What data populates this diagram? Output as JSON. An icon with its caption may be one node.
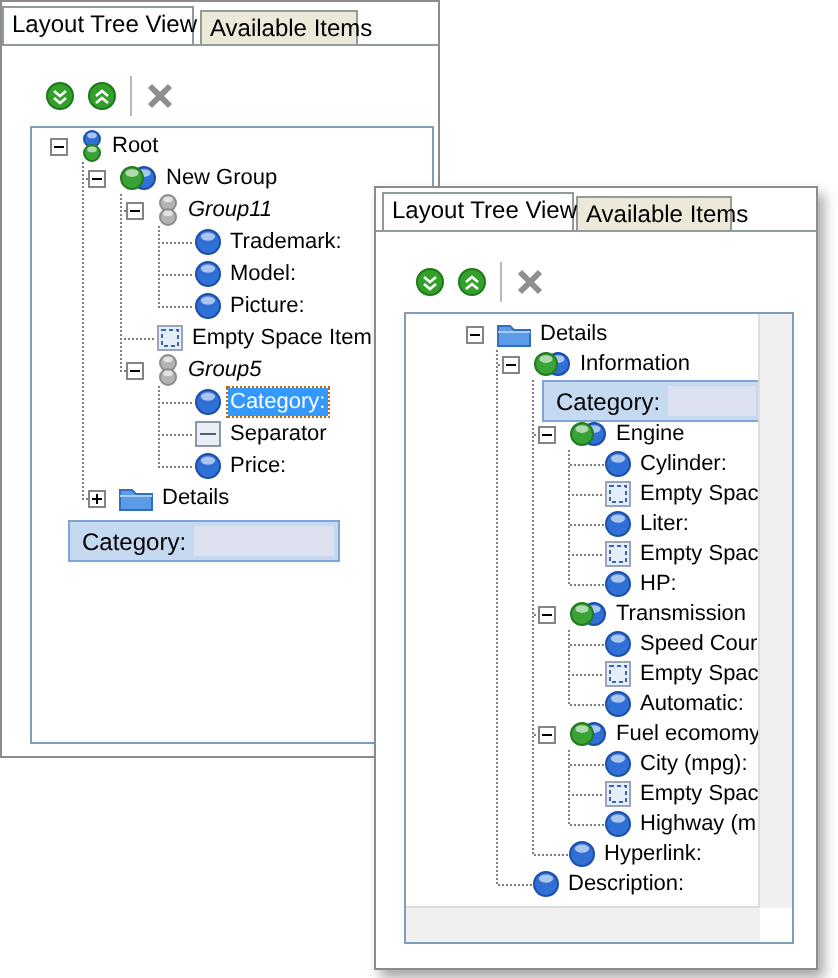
{
  "diagram": {
    "nodes": [
      {
        "text": [
          "Root"
        ]
      },
      {
        "text": [
          "New Group"
        ]
      },
      {
        "text": [
          "Group11"
        ]
      },
      {
        "text": [
          "Trademark:"
        ]
      },
      {
        "text": [
          "Model:"
        ]
      },
      {
        "text": [
          "Picture:"
        ]
      },
      {
        "text": [
          "Empty Space Item"
        ]
      },
      {
        "text": [
          "Group5"
        ]
      },
      {
        "text": [
          "Category:"
        ]
      },
      {
        "text": [
          "Separator"
        ]
      },
      {
        "text": [
          "Price:"
        ]
      },
      {
        "text": [
          "Details"
        ]
      },
      {
        "text": [
          "Category:"
        ]
      },
      {
        "text": [
          "Details"
        ]
      },
      {
        "text": [
          "Information"
        ]
      },
      {
        "text": [
          "Category:"
        ]
      },
      {
        "text": [
          "Engine"
        ]
      },
      {
        "text": [
          "Cylinder:"
        ]
      },
      {
        "text": [
          "Empty Spac"
        ]
      },
      {
        "text": [
          "Liter:"
        ]
      },
      {
        "text": [
          "Empty Spac"
        ]
      },
      {
        "text": [
          "HP:"
        ]
      },
      {
        "text": [
          "Transmission"
        ]
      },
      {
        "text": [
          "Speed Cour"
        ]
      },
      {
        "text": [
          "Empty Spac"
        ]
      },
      {
        "text": [
          "Automatic:"
        ]
      },
      {
        "text": [
          "Fuel ecomomy"
        ]
      },
      {
        "text": [
          "City (mpg):"
        ]
      },
      {
        "text": [
          "Empty Spac"
        ]
      },
      {
        "text": [
          "Highway (m"
        ]
      },
      {
        "text": [
          "Hyperlink:"
        ]
      },
      {
        "text": [
          "Description:"
        ]
      }
    ],
    "edges": [
      {
        "from": 0,
        "to": 1,
        "arrow": "none",
        "style": "dashed"
      },
      {
        "from": 1,
        "to": 2,
        "arrow": "none",
        "style": "dashed"
      },
      {
        "from": 2,
        "to": 3,
        "arrow": "none",
        "style": "dashed"
      },
      {
        "from": 2,
        "to": 4,
        "arrow": "none",
        "style": "dashed"
      },
      {
        "from": 2,
        "to": 5,
        "arrow": "none",
        "style": "dashed"
      },
      {
        "from": 1,
        "to": 6,
        "arrow": "none",
        "style": "dashed"
      },
      {
        "from": 1,
        "to": 7,
        "arrow": "none",
        "style": "dashed"
      },
      {
        "from": 7,
        "to": 8,
        "arrow": "none",
        "style": "dashed"
      },
      {
        "from": 7,
        "to": 9,
        "arrow": "none",
        "style": "dashed"
      },
      {
        "from": 7,
        "to": 10,
        "arrow": "none",
        "style": "dashed"
      },
      {
        "from": 0,
        "to": 11,
        "arrow": "none",
        "style": "dashed"
      },
      {
        "from": 13,
        "to": 14,
        "arrow": "none",
        "style": "dashed"
      },
      {
        "from": 14,
        "to": 16,
        "arrow": "none",
        "style": "dashed"
      },
      {
        "from": 16,
        "to": 17,
        "arrow": "none",
        "style": "dashed"
      },
      {
        "from": 16,
        "to": 18,
        "arrow": "none",
        "style": "dashed"
      },
      {
        "from": 16,
        "to": 19,
        "arrow": "none",
        "style": "dashed"
      },
      {
        "from": 16,
        "to": 20,
        "arrow": "none",
        "style": "dashed"
      },
      {
        "from": 16,
        "to": 21,
        "arrow": "none",
        "style": "dashed"
      },
      {
        "from": 14,
        "to": 22,
        "arrow": "none",
        "style": "dashed"
      },
      {
        "from": 22,
        "to": 23,
        "arrow": "none",
        "style": "dashed"
      },
      {
        "from": 22,
        "to": 24,
        "arrow": "none",
        "style": "dashed"
      },
      {
        "from": 22,
        "to": 25,
        "arrow": "none",
        "style": "dashed"
      },
      {
        "from": 14,
        "to": 26,
        "arrow": "none",
        "style": "dashed"
      },
      {
        "from": 26,
        "to": 27,
        "arrow": "none",
        "style": "dashed"
      },
      {
        "from": 26,
        "to": 28,
        "arrow": "none",
        "style": "dashed"
      },
      {
        "from": 26,
        "to": 29,
        "arrow": "none",
        "style": "dashed"
      },
      {
        "from": 14,
        "to": 30,
        "arrow": "none",
        "style": "dashed"
      },
      {
        "from": 13,
        "to": 31,
        "arrow": "none",
        "style": "dashed"
      }
    ],
    "labels": [
      "Layout Tree View",
      "Available Items",
      "Layout Tree View",
      "Available Items"
    ]
  }
}
